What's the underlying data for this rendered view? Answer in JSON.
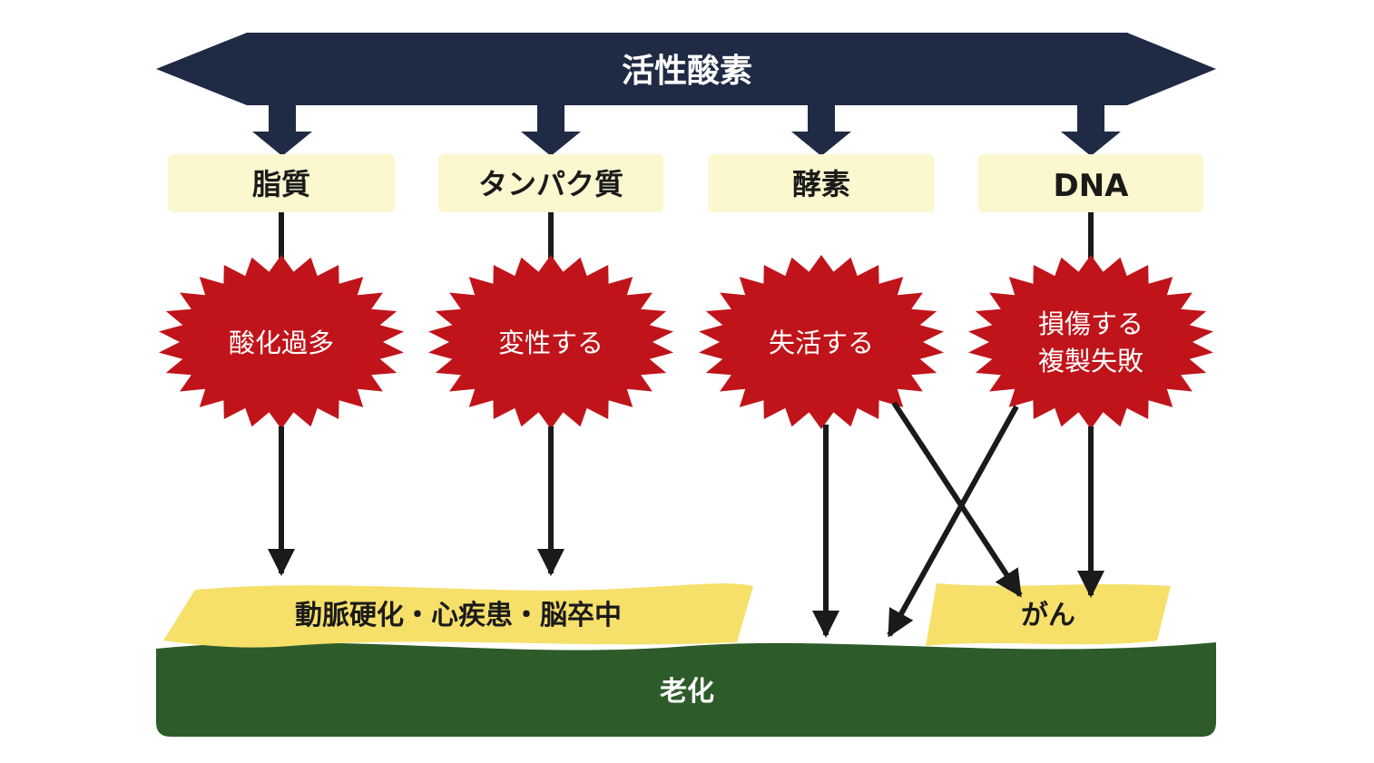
{
  "title": "活性酸素",
  "colors": {
    "banner": "#1f2a44",
    "target_box": "#fbf7cf",
    "burst": "#c0141a",
    "disease_band": "#f6e06a",
    "aging_band": "#2e5b2a",
    "arrow": "#1a1a1a"
  },
  "targets": [
    {
      "label": "脂質",
      "effect_lines": [
        "酸化過多"
      ]
    },
    {
      "label": "タンパク質",
      "effect_lines": [
        "変性する"
      ]
    },
    {
      "label": "酵素",
      "effect_lines": [
        "失活する"
      ]
    },
    {
      "label": "DNA",
      "effect_lines": [
        "損傷する",
        "複製失敗"
      ]
    }
  ],
  "outcomes": {
    "disease": "動脈硬化・心疾患・脳卒中",
    "cancer": "がん",
    "aging": "老化"
  }
}
